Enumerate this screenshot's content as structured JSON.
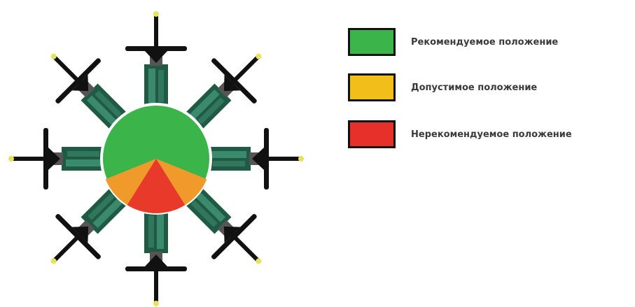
{
  "colors": {
    "recommended": "#3bb54a",
    "acceptable": "#f2bf1a",
    "not_recommended": "#e8302a",
    "orange_sector": "#f09a2b",
    "red_sector": "#e83a2a",
    "body_dark": "#1f5a45",
    "body_light": "#3c8a6e",
    "black": "#111111",
    "tip_yellow": "#e6e35a"
  },
  "legend": [
    {
      "label": "Рекомендуемое положение",
      "color": "#3bb54a"
    },
    {
      "label": "Допустимое положение",
      "color": "#f2bf1a"
    },
    {
      "label": "Нерекомендуемое положение",
      "color": "#e8302a"
    }
  ],
  "diagram": {
    "directions": [
      "up",
      "up-right",
      "right",
      "down-right",
      "down",
      "down-left",
      "left",
      "up-left"
    ],
    "icon": "breaker-valve-icon"
  }
}
